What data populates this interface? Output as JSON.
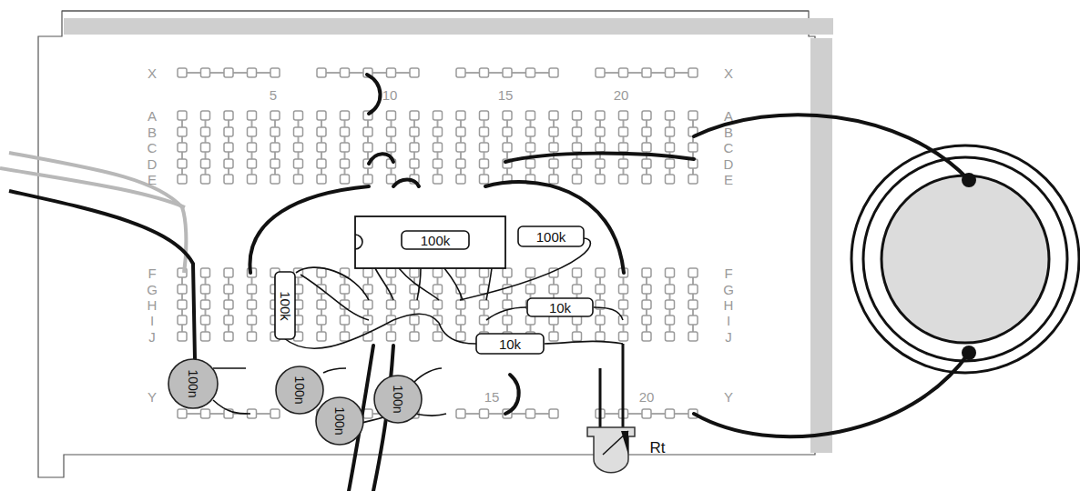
{
  "diagram": {
    "nodes": [
      {
        "text": [
          "100k"
        ]
      },
      {
        "text": [
          "100k"
        ]
      },
      {
        "text": [
          "100k"
        ]
      },
      {
        "text": [
          "10k"
        ]
      },
      {
        "text": [
          "10k"
        ]
      },
      {
        "text": [
          "100n"
        ]
      },
      {
        "text": [
          "100n"
        ]
      },
      {
        "text": [
          "100n"
        ]
      },
      {
        "text": [
          "100n"
        ]
      }
    ],
    "labels": [
      "X",
      "5",
      "10",
      "15",
      "20",
      "X",
      "A",
      "B",
      "C",
      "D",
      "E",
      "A",
      "B",
      "C",
      "D",
      "E",
      "F",
      "G",
      "H",
      "I",
      "J",
      "F",
      "G",
      "H",
      "I",
      "J",
      "Y",
      "Y",
      "15",
      "20",
      "Rt"
    ]
  }
}
